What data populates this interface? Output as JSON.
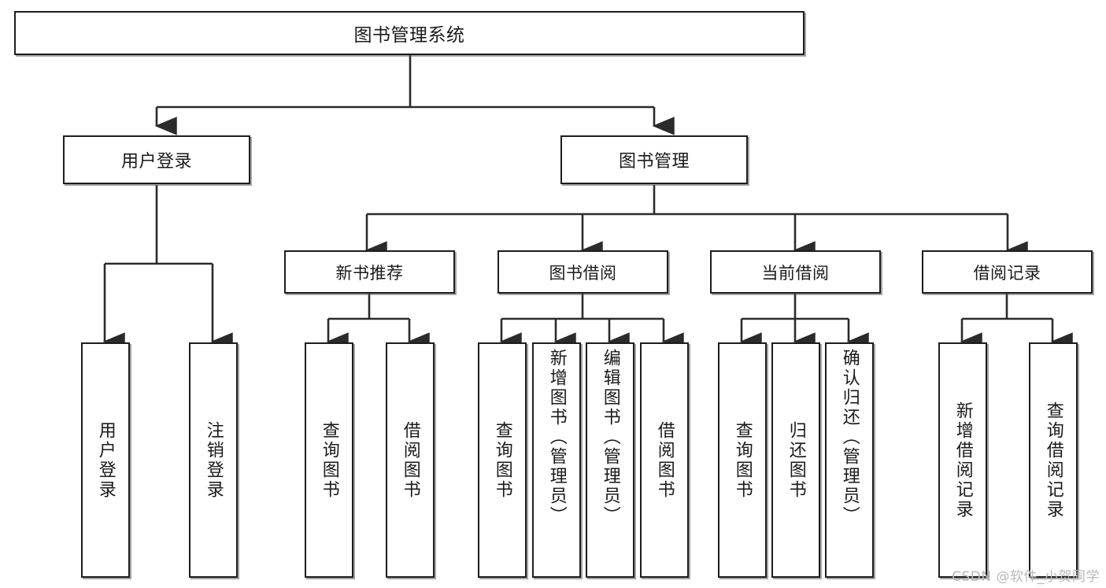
{
  "diagram": {
    "title": "图书管理系统",
    "type": "tree-hierarchy",
    "watermark": "CSDN @软件_小贺同学",
    "colors": {
      "background": "#ffffff",
      "box_border": "#1d1d1d",
      "box_fill": "#ffffff",
      "edge": "#2b2b2b",
      "shadow": "#5a5a5a",
      "watermark": "#b9b9b9"
    },
    "nodes": {
      "root": {
        "label": "图书管理系统"
      },
      "level2": [
        {
          "id": "user-login",
          "label": "用户登录"
        },
        {
          "id": "book-manage",
          "label": "图书管理"
        }
      ],
      "level3": [
        {
          "id": "new-book-recommend",
          "label": "新书推荐"
        },
        {
          "id": "book-borrow",
          "label": "图书借阅"
        },
        {
          "id": "current-borrow",
          "label": "当前借阅"
        },
        {
          "id": "borrow-record",
          "label": "借阅记录"
        }
      ],
      "leaves": [
        {
          "id": "leaf-user-login",
          "label": "用户登录",
          "parent": "user-login"
        },
        {
          "id": "leaf-logout-login",
          "label": "注销登录",
          "parent": "user-login"
        },
        {
          "id": "leaf-query-book-1",
          "label": "查询图书",
          "parent": "new-book-recommend"
        },
        {
          "id": "leaf-borrow-book-1",
          "label": "借阅图书",
          "parent": "new-book-recommend"
        },
        {
          "id": "leaf-query-book-2",
          "label": "查询图书",
          "parent": "book-borrow"
        },
        {
          "id": "leaf-add-book",
          "label": "新增图书（管理员）",
          "parent": "book-borrow"
        },
        {
          "id": "leaf-edit-book",
          "label": "编辑图书（管理员）",
          "parent": "book-borrow"
        },
        {
          "id": "leaf-borrow-book-2",
          "label": "借阅图书",
          "parent": "book-borrow"
        },
        {
          "id": "leaf-query-book-3",
          "label": "查询图书",
          "parent": "current-borrow"
        },
        {
          "id": "leaf-return-book",
          "label": "归还图书",
          "parent": "current-borrow"
        },
        {
          "id": "leaf-confirm-return",
          "label": "确认归还（管理员）",
          "parent": "current-borrow"
        },
        {
          "id": "leaf-add-record",
          "label": "新增借阅记录",
          "parent": "borrow-record"
        },
        {
          "id": "leaf-query-record",
          "label": "查询借阅记录",
          "parent": "borrow-record"
        }
      ]
    }
  }
}
